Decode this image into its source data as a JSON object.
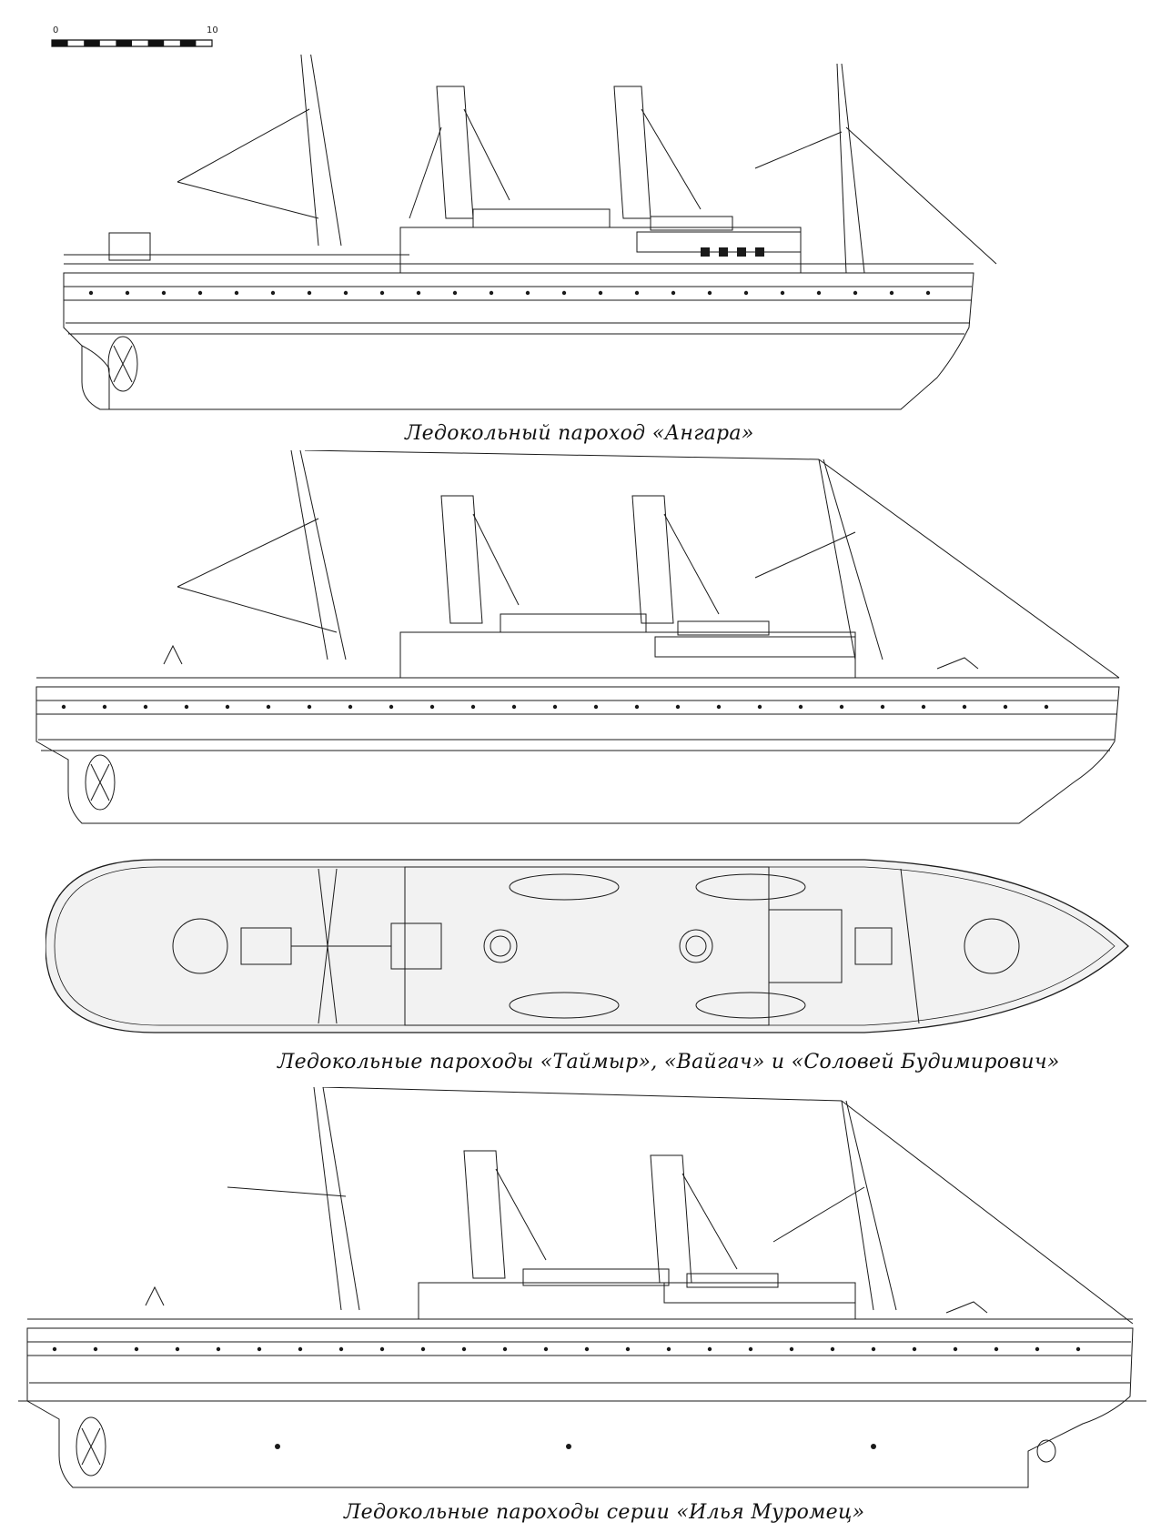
{
  "scale_bar": {
    "start_label": "0",
    "end_label": "10"
  },
  "drawings": [
    {
      "caption": "Ледокольный пароход «Ангара»"
    },
    {
      "caption": ""
    },
    {
      "caption": "Ледокольные пароходы «Таймыр», «Вайгач» и «Соловей Будимирович»"
    },
    {
      "caption": "Ледокольные пароходы серии  «Илья Муромец»"
    }
  ],
  "colors": {
    "ink": "#1a1a1a",
    "deck_fill": "#f2f2f2",
    "paper": "#ffffff"
  }
}
